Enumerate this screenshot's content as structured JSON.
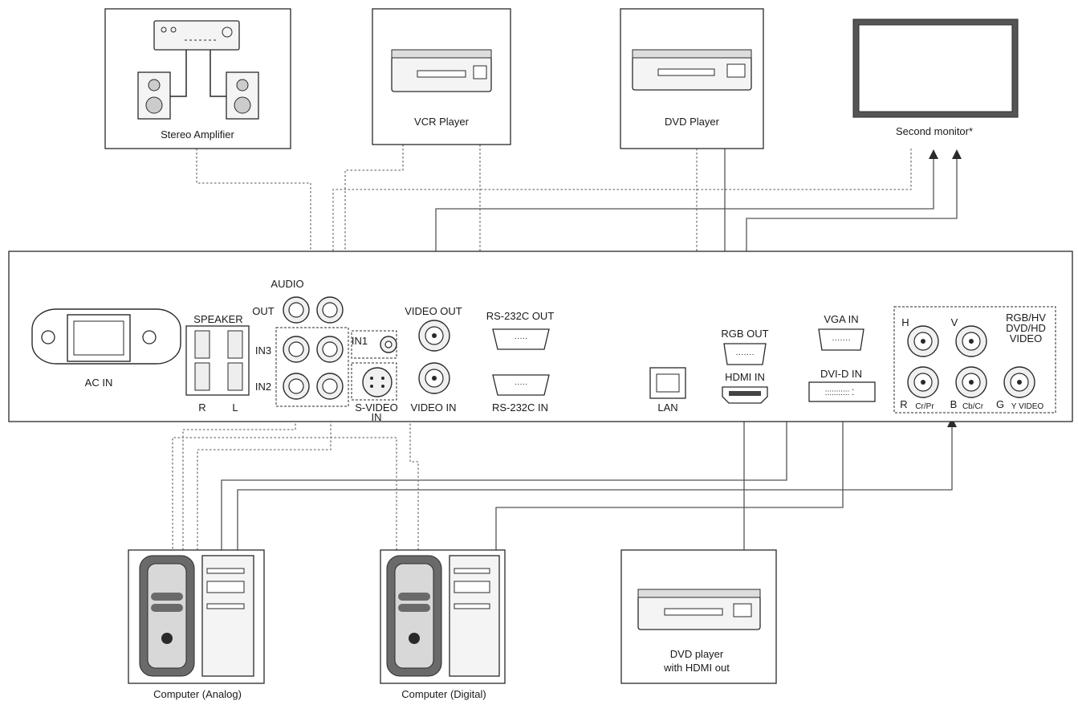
{
  "devices": {
    "stereo_amplifier": "Stereo Amplifier",
    "vcr_player": "VCR Player",
    "dvd_player": "DVD Player",
    "second_monitor": "Second monitor*",
    "computer_analog": "Computer (Analog)",
    "computer_digital": "Computer (Digital)",
    "dvd_hdmi_line1": "DVD player",
    "dvd_hdmi_line2": "with HDMI out"
  },
  "panel": {
    "ac_in": "AC IN",
    "speaker": "SPEAKER",
    "speaker_r": "R",
    "speaker_l": "L",
    "audio": "AUDIO",
    "out": "OUT",
    "in3": "IN3",
    "in2": "IN2",
    "in1": "IN1",
    "svideo_in_1": "S-VIDEO",
    "svideo_in_2": "IN",
    "video_out": "VIDEO OUT",
    "video_in": "VIDEO IN",
    "rs232c_out": "RS-232C OUT",
    "rs232c_in": "RS-232C IN",
    "lan": "LAN",
    "rgb_out": "RGB OUT",
    "hdmi_in": "HDMI IN",
    "vga_in": "VGA IN",
    "dvid_in": "DVI-D IN",
    "h": "H",
    "v": "V",
    "rgbhv_1": "RGB/HV",
    "rgbhv_2": "DVD/HD",
    "rgbhv_3": "VIDEO",
    "r": "R",
    "cr_pr": "Cr/Pr",
    "b": "B",
    "cb_cr": "Cb/Cr",
    "g": "G",
    "y_video": "Y VIDEO"
  }
}
